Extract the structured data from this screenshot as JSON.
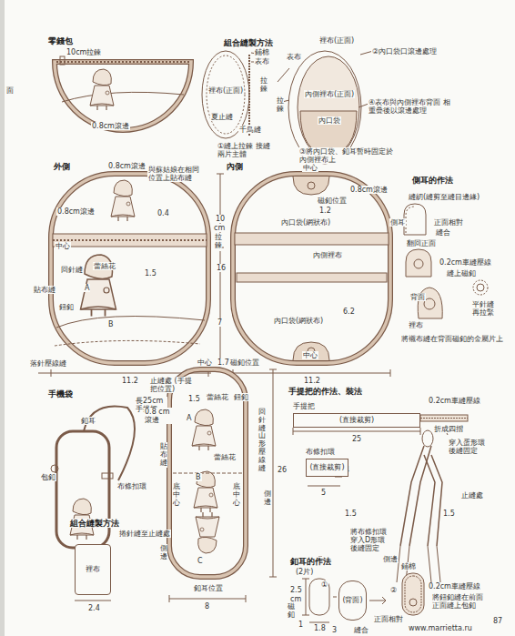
{
  "diagram": {
    "nodes": [
      {
        "text": [
          "手提把",
          "(直接裁剪)"
        ]
      },
      {
        "text": [
          "布條扣環",
          "(直接裁剪)"
        ]
      },
      {
        "text": [
          "(背面)"
        ]
      },
      {
        "text": [
          "裡布"
        ]
      }
    ],
    "labels": [
      "零錢包",
      "10cm拉鍊",
      "0.8cm滾邊",
      "組合縫製方法",
      "裡布(正面)",
      "鋪棉",
      "表布",
      "拉鍊",
      "夏止縫",
      "千鳥縫",
      "①縫上拉鍊 接縫兩片主體",
      "裡布(正面)",
      "表布",
      "②內口袋口滾邊處理",
      "拉鍊",
      "內側裡布(正面)",
      "內口袋",
      "④表布與內側裡布背面 相重疊後以滾邊處理",
      "③將內口袋、釦耳暫時固定於 內側裡布上",
      "外側",
      "0.8cm滾邊",
      "與蘇姑娘在相同 位置上貼布縫",
      "0.8cm滾邊",
      "0.4",
      "10",
      "cm",
      "拉鍊",
      "中心",
      "16",
      "回針縫",
      "蕾絲花",
      "1.5",
      "貼布縫",
      "A",
      "鈕釦",
      "7",
      "B",
      "落針壓線縫",
      "11.2",
      "內側",
      "中心",
      "磁釦位置",
      "1.2",
      "0.8cm滾邊",
      "內口袋(網狀布)",
      "內側裡布",
      "內口袋(網狀布)",
      "6.2",
      "中心",
      "11.2",
      "側耳的作法",
      "縫紉(縫剪至縫目邊緣)",
      "側耳",
      "正面相對",
      "縫合",
      "翻回正面",
      "0.2cm車縫壓線",
      "縫上磁釦",
      "背面",
      "裡布",
      "平針縫 再拉緊",
      "將襯布縫在背面磁釦的金屬片上",
      "手機袋",
      "釦耳",
      "長25cm 手提把",
      "包釦",
      "布條扣環",
      "止縫處 (手提把位置)",
      "0.8 cm滾邊",
      "中心",
      "1.7",
      "磁釦位置",
      "1.5",
      "蕾絲花",
      "鈕釦",
      "A",
      "回針縫山形壓線縫",
      "貼布縫",
      "蕾絲花",
      "B",
      "底中心",
      "底中心",
      "側邊",
      "26",
      "C",
      "側邊",
      "釦耳位置",
      "8",
      "組合縫製方法",
      "捲針縫至止縫處",
      "2.4",
      "手提把的作法、裝法",
      "25",
      "0.2cm車縫壓線",
      "折成四摺",
      "穿入蛋形環 後縫固定",
      "4",
      "5",
      "1.5",
      "止縫處",
      "1.5",
      "將布條扣環 穿入D形環 後縫固定",
      "側邊",
      "釦耳的作法",
      "(2片)",
      "①",
      "②",
      "鋪棉",
      "2.5",
      "cm",
      "磁釦",
      "1",
      "1.8",
      "3",
      "縫合",
      "正面相對",
      "0.2cm車縫壓線",
      "將鈕釦縫在前面 正面縫上包釦",
      "www.marrietta.ru",
      "87",
      "面"
    ]
  }
}
